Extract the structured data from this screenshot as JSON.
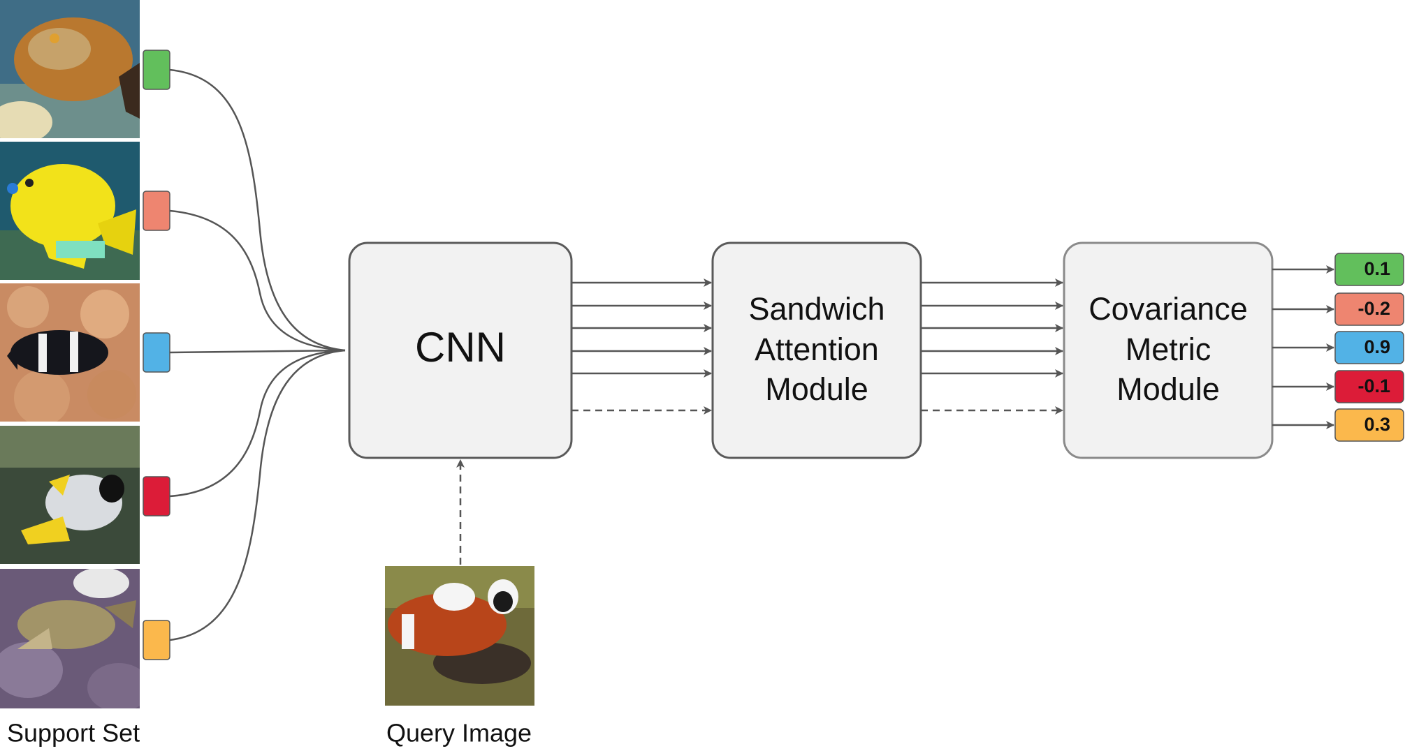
{
  "modules": {
    "cnn": "CNN",
    "sandwich": [
      "Sandwich",
      "Attention",
      "Module"
    ],
    "covariance": [
      "Covariance",
      "Metric",
      "Module"
    ]
  },
  "captions": {
    "support_set": "Support Set",
    "query_image": "Query Image"
  },
  "support_images": [
    {
      "subject": "brown filefish",
      "color": "#62bf5c"
    },
    {
      "subject": "yellow angelfish",
      "color": "#ee8570"
    },
    {
      "subject": "black clownfish",
      "color": "#52b2e6"
    },
    {
      "subject": "white butterflyfish",
      "color": "#dc1c38"
    },
    {
      "subject": "puffer fish",
      "color": "#fbb84c"
    }
  ],
  "query_image": {
    "subject": "orange clownfish"
  },
  "scores": [
    {
      "value": "0.1",
      "color": "#62bf5c"
    },
    {
      "value": "-0.2",
      "color": "#ee8570"
    },
    {
      "value": "0.9",
      "color": "#52b2e6"
    },
    {
      "value": "-0.1",
      "color": "#dc1c38"
    },
    {
      "value": "0.3",
      "color": "#fbb84c"
    }
  ],
  "colors": {
    "box_fill": "#f2f2f2",
    "box_stroke": "#5a5a5a",
    "line": "#555555"
  }
}
